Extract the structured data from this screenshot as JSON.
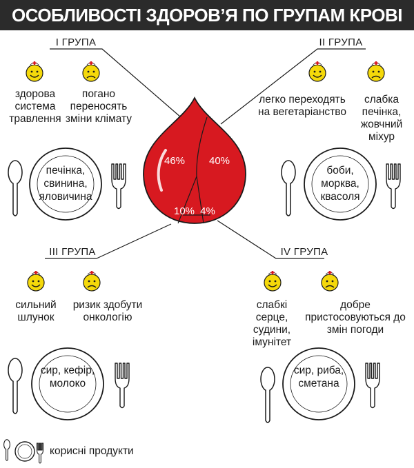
{
  "title": "ОСОБЛИВОСТІ ЗДОРОВ’Я ПО ГРУПАМ КРОВІ",
  "drop": {
    "segments": [
      {
        "label": "46%",
        "value": 46
      },
      {
        "label": "40%",
        "value": 40
      },
      {
        "label": "10%",
        "value": 10
      },
      {
        "label": "4%",
        "value": 4
      }
    ],
    "color": "#d71920"
  },
  "groups": [
    {
      "name": "I ГРУПА",
      "positive": "здорова система травлення",
      "negative": "погано переносять зміни клімату",
      "foods": "печінка, свинина, яловичина"
    },
    {
      "name": "II ГРУПА",
      "positive": "легко переходять на вегетаріанство",
      "negative": "слабка печінка, жовчний міхур",
      "foods": "боби, морква, квасоля"
    },
    {
      "name": "III ГРУПА",
      "positive": "сильний шлунок",
      "negative": "ризик здобути онкологію",
      "foods": "сир, кефір, молоко"
    },
    {
      "name": "IV ГРУПА",
      "positive": "слабкі серце, судини, імунітет",
      "negative": "добре пристосовуються до змін погоди",
      "foods": "сир, риба, сметана"
    }
  ],
  "legend": {
    "label": "корисні продукти"
  },
  "colors": {
    "banner": "#2b2b2b",
    "smiley": "#f5d90a",
    "cross": "#d71920"
  },
  "icons": [
    "smiley-nurse-icon",
    "sad-nurse-icon",
    "plate-icon",
    "spoon-icon",
    "fork-icon"
  ]
}
